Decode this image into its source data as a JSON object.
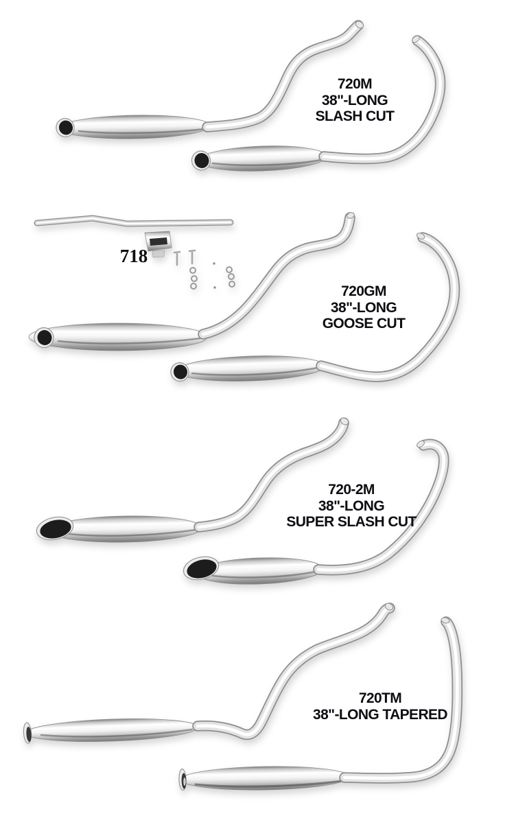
{
  "page": {
    "background_color": "#ffffff",
    "text_color": "#0d0d12",
    "description": "Chrome exhaust pipe catalog photo page"
  },
  "products": [
    {
      "part_number": "720M",
      "length": "38\"-LONG",
      "style": "SLASH CUT"
    },
    {
      "part_number": "718"
    },
    {
      "part_number": "720GM",
      "length": "38\"-LONG",
      "style": "GOOSE CUT"
    },
    {
      "part_number": "720-2M",
      "length": "38\"-LONG",
      "style": "SUPER SLASH CUT"
    },
    {
      "part_number": "720TM",
      "length": "38\"-LONG TAPERED"
    }
  ]
}
